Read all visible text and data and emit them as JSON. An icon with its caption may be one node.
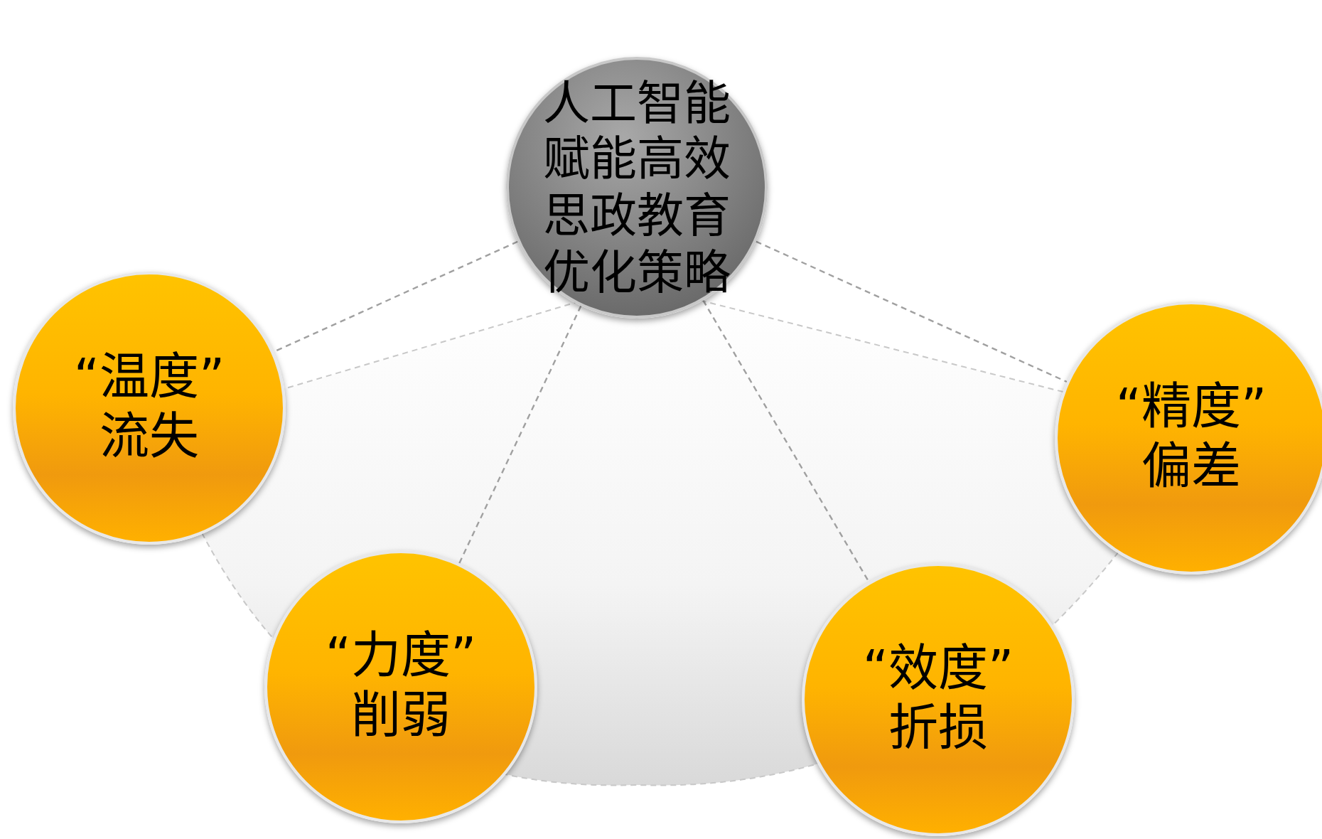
{
  "diagram": {
    "nodes": [
      {
        "text": [
          "人工智能赋能高效思政教育优化策略"
        ]
      },
      {
        "text": [
          "“温度”流失"
        ]
      },
      {
        "text": [
          "“力度”削弱"
        ]
      },
      {
        "text": [
          "“效度”折损"
        ]
      },
      {
        "text": [
          "“精度”偏差"
        ]
      }
    ],
    "edges": [
      {
        "from": 0,
        "to": 1,
        "arrow": "none",
        "style": "dashed"
      },
      {
        "from": 0,
        "to": 2,
        "arrow": "none",
        "style": "dashed"
      },
      {
        "from": 0,
        "to": 3,
        "arrow": "none",
        "style": "dashed"
      },
      {
        "from": 0,
        "to": 4,
        "arrow": "none",
        "style": "dashed"
      }
    ]
  }
}
